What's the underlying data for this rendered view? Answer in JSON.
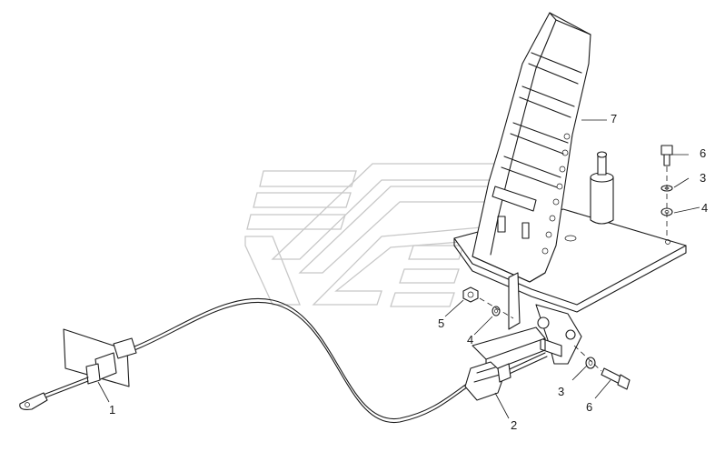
{
  "diagram": {
    "callouts": [
      {
        "id": "c1",
        "text": "1"
      },
      {
        "id": "c2",
        "text": "2"
      },
      {
        "id": "c3a",
        "text": "3"
      },
      {
        "id": "c3b",
        "text": "3"
      },
      {
        "id": "c4a",
        "text": "4"
      },
      {
        "id": "c4b",
        "text": "4"
      },
      {
        "id": "c5",
        "text": "5"
      },
      {
        "id": "c6a",
        "text": "6"
      },
      {
        "id": "c6b",
        "text": "6"
      },
      {
        "id": "c7",
        "text": "7"
      }
    ]
  }
}
